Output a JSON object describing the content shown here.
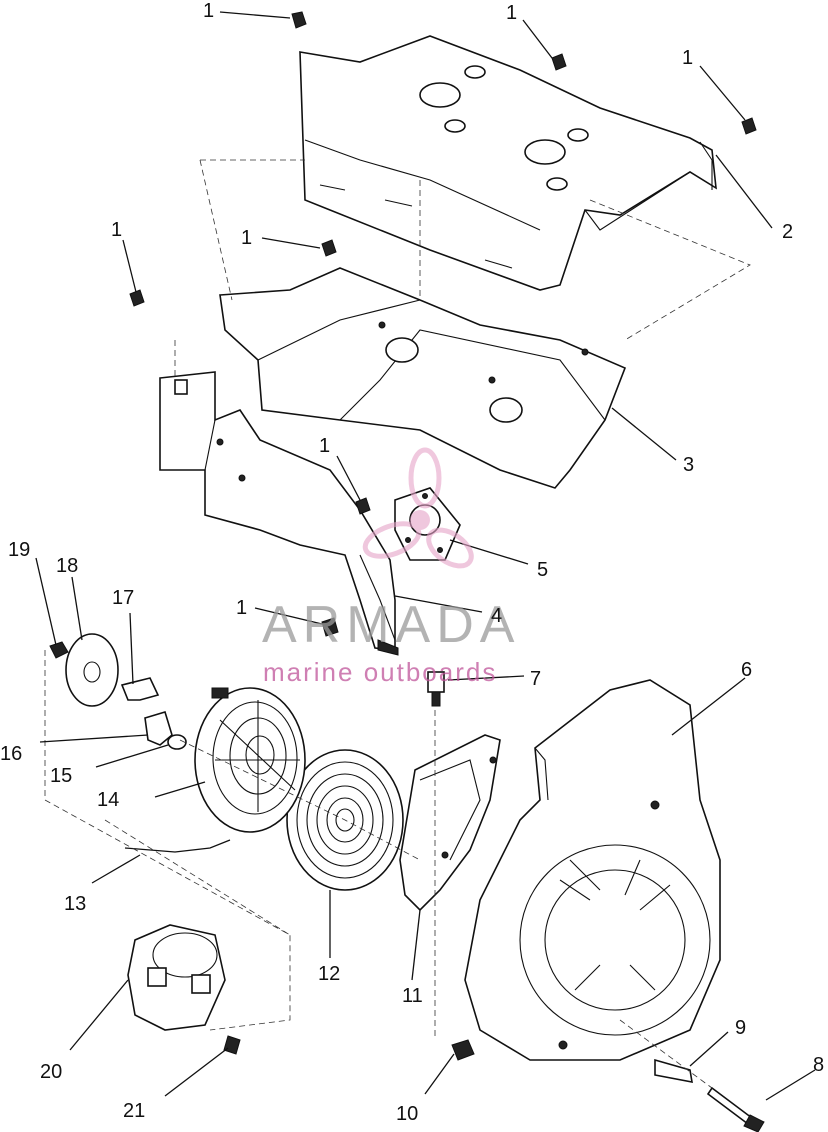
{
  "callouts": {
    "c1a": "1",
    "c1b": "1",
    "c1c": "1",
    "c1d": "1",
    "c1e": "1",
    "c1f": "1",
    "c1g": "1",
    "c2": "2",
    "c3": "3",
    "c4": "4",
    "c5": "5",
    "c6": "6",
    "c7": "7",
    "c8": "8",
    "c9": "9",
    "c10": "10",
    "c11": "11",
    "c12": "12",
    "c13": "13",
    "c14": "14",
    "c15": "15",
    "c16": "16",
    "c17": "17",
    "c18": "18",
    "c19": "19",
    "c20": "20",
    "c21": "21"
  },
  "watermark": {
    "title": "ARMADA",
    "subtitle": "marine outboards",
    "logo_color": "#e6a3c8",
    "text_color": "#9a9a9a",
    "sub_color": "#c0559a"
  }
}
